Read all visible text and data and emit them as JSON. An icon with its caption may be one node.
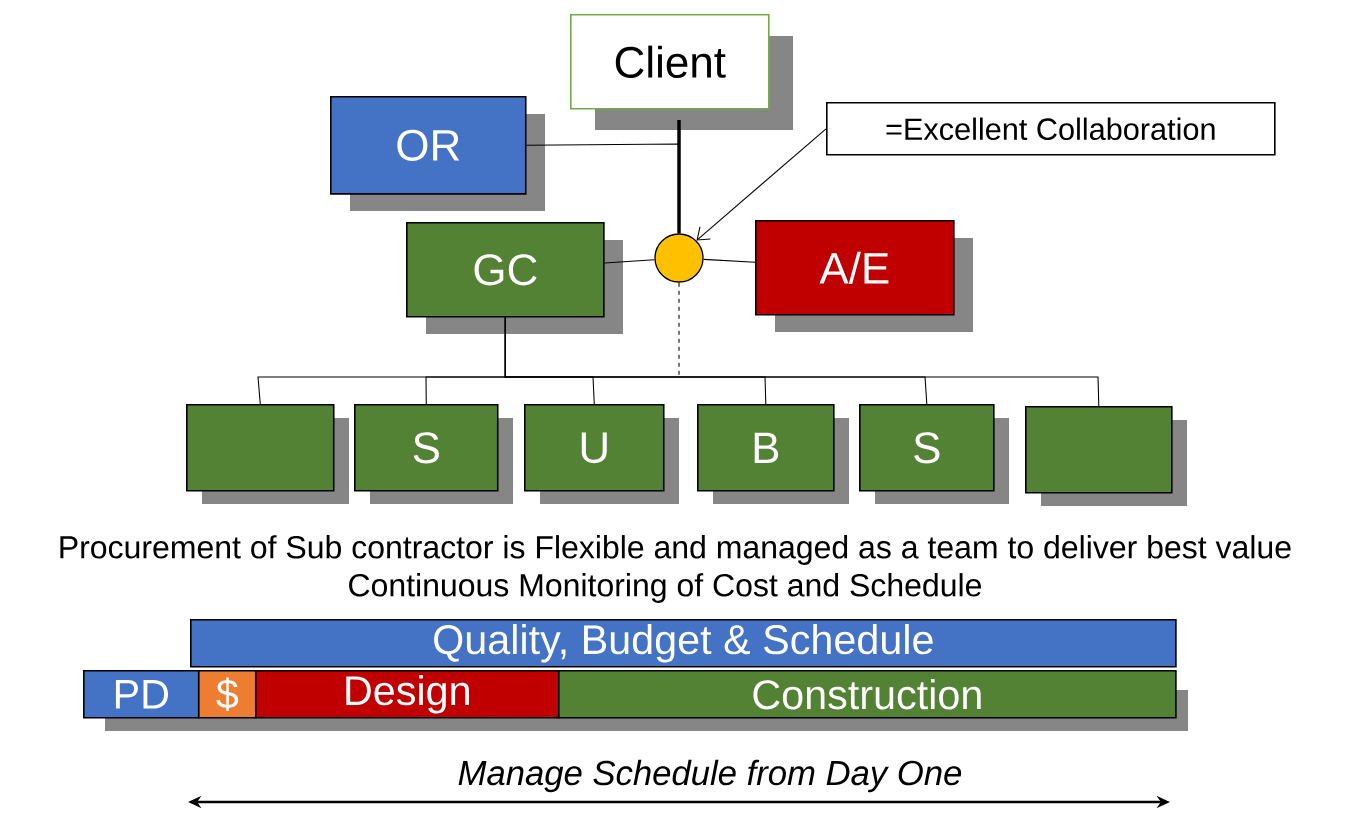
{
  "diagram": {
    "nodes": [
      {
        "text": [
          "Client"
        ]
      },
      {
        "text": [
          "OR"
        ]
      },
      {
        "text": [
          "GC"
        ]
      },
      {
        "text": [],
        "shape": "circle"
      },
      {
        "text": [
          "A/E"
        ]
      },
      {
        "text": [
          "=Excellent Collaboration"
        ]
      },
      {
        "text": [],
        "shape": "box"
      },
      {
        "text": [
          "S"
        ]
      },
      {
        "text": [
          "U"
        ]
      },
      {
        "text": [
          "B"
        ]
      },
      {
        "text": [
          "S"
        ]
      },
      {
        "text": [],
        "shape": "box"
      },
      {
        "text": [
          "Quality, Budget  & Schedule"
        ]
      },
      {
        "text": [
          "PD"
        ]
      },
      {
        "text": [
          "$"
        ]
      },
      {
        "text": [
          "Design"
        ]
      },
      {
        "text": [
          "Construction"
        ]
      }
    ],
    "edges": [
      {
        "from": 0,
        "to": 3,
        "arrow": "none",
        "style": "thick"
      },
      {
        "from": 1,
        "to": 3,
        "arrow": "none"
      },
      {
        "from": 2,
        "to": 3,
        "arrow": "none"
      },
      {
        "from": 3,
        "to": 4,
        "arrow": "none"
      },
      {
        "from": 5,
        "to": 3,
        "arrow": "to"
      },
      {
        "from": 3,
        "to": null,
        "arrow": "none",
        "style": "dashed"
      },
      {
        "from": 2,
        "to": 6,
        "arrow": "none"
      },
      {
        "from": 2,
        "to": 7,
        "arrow": "none"
      },
      {
        "from": 2,
        "to": 8,
        "arrow": "none"
      },
      {
        "from": 2,
        "to": 9,
        "arrow": "none"
      },
      {
        "from": 2,
        "to": 10,
        "arrow": "none"
      },
      {
        "from": 2,
        "to": 11,
        "arrow": "none"
      }
    ],
    "labels": [
      "Procurement of Sub contractor is Flexible and managed as a team to deliver best value",
      "Continuous Monitoring of Cost and Schedule",
      "Manage Schedule from Day One"
    ]
  }
}
